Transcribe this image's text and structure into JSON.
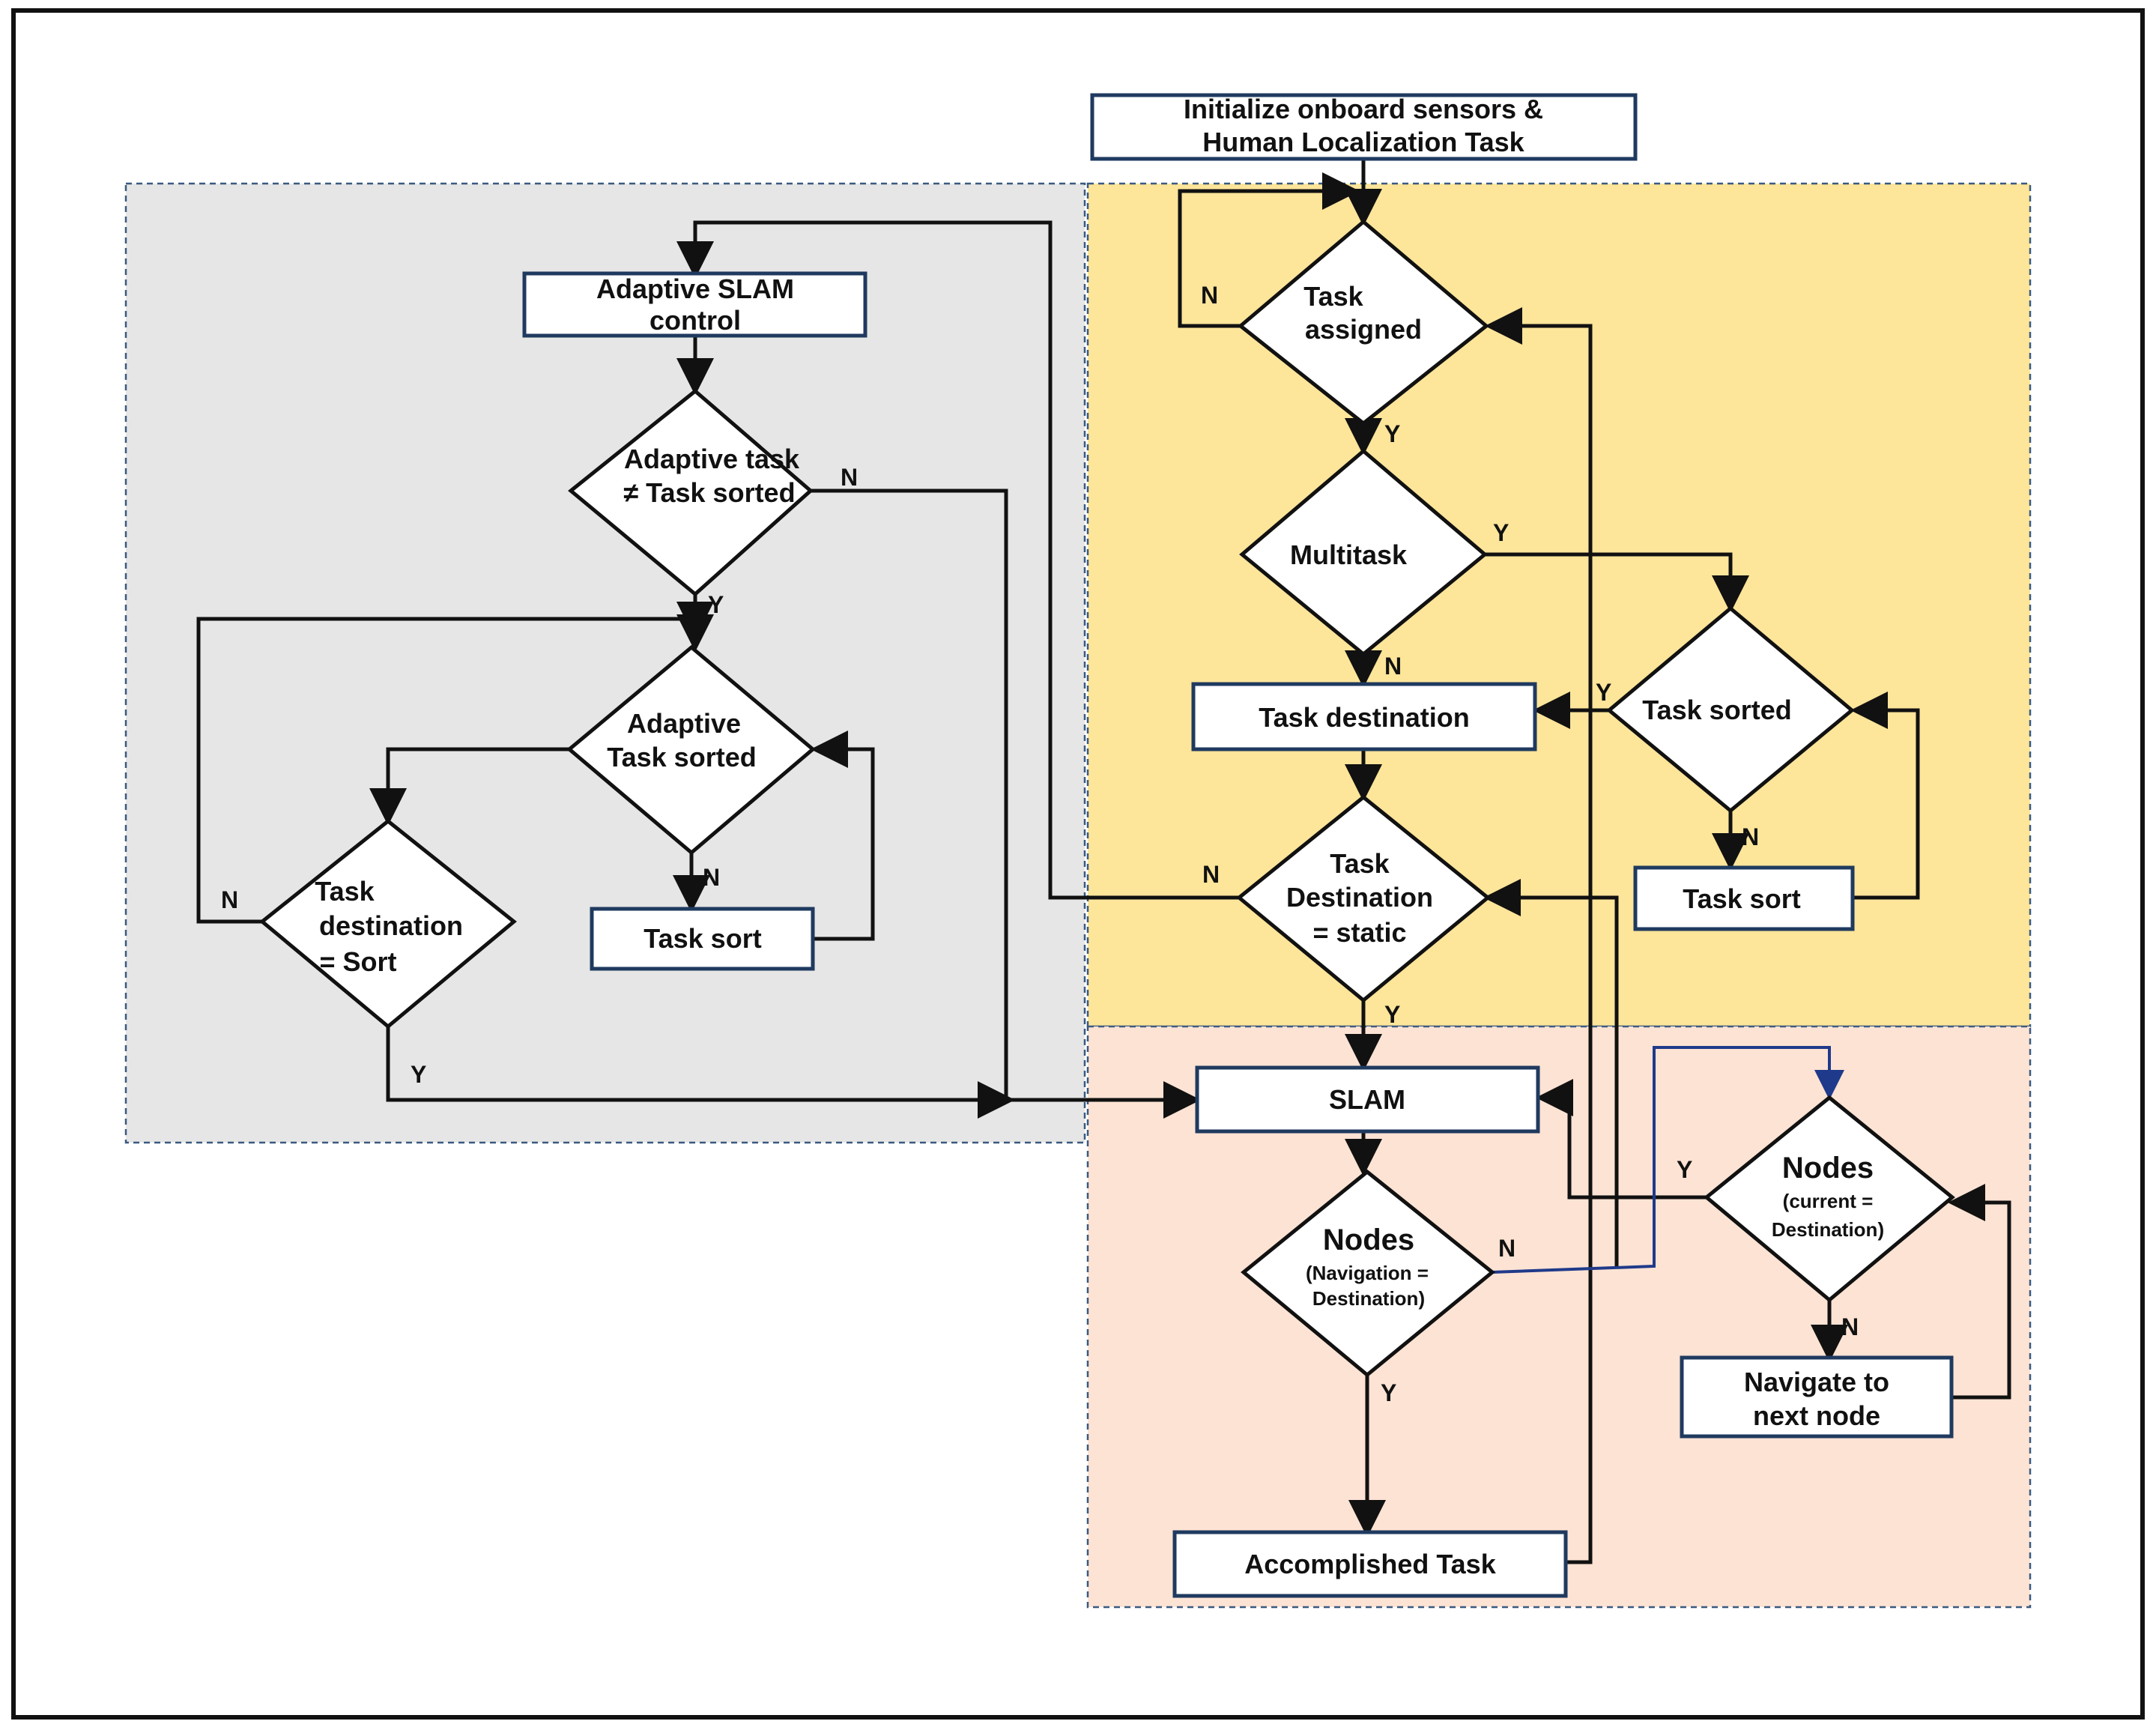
{
  "nodes": {
    "init": [
      "Initialize onboard sensors &",
      "Human Localization Task"
    ],
    "task_assigned": [
      "Task",
      "assigned"
    ],
    "multitask": [
      "Multitask"
    ],
    "task_destination": [
      "Task destination"
    ],
    "task_sorted_right": [
      "Task sorted"
    ],
    "task_sort_right": [
      "Task sort"
    ],
    "task_destination_static": [
      "Task",
      "Destination",
      "= static"
    ],
    "slam": [
      "SLAM"
    ],
    "nodes_nav_title": "Nodes",
    "nodes_nav_sub": [
      "(Navigation =",
      "Destination)"
    ],
    "nodes_cur_title": "Nodes",
    "nodes_cur_sub": [
      "(current =",
      "Destination)"
    ],
    "navigate_next": [
      "Navigate to",
      "next node"
    ],
    "accomplished": [
      "Accomplished Task"
    ],
    "adaptive_slam": [
      "Adaptive SLAM",
      "control"
    ],
    "adaptive_task_ne": [
      "Adaptive task",
      "≠ Task sorted"
    ],
    "adaptive_task_sorted": [
      "Adaptive",
      "Task sorted"
    ],
    "task_sort_left": [
      "Task sort"
    ],
    "task_destination_sort": [
      "Task",
      "destination",
      "= Sort"
    ]
  },
  "labels": {
    "n": "N",
    "y": "Y"
  },
  "colors": {
    "region_gray": "#e6e6e6",
    "region_yellow": "#fde59a",
    "region_peach": "#fde3d4",
    "box_border": "#1f3a5f",
    "line": "#111111",
    "blue_line": "#1f3a8a",
    "dash_border": "#3a5a80"
  }
}
